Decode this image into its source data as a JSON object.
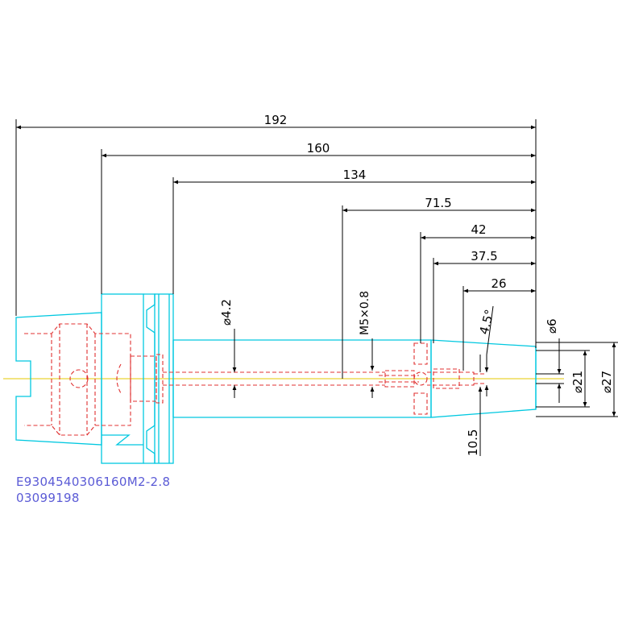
{
  "dimensions": {
    "d192": "192",
    "d160": "160",
    "d134": "134",
    "d71_5": "71.5",
    "d42": "42",
    "d37_5": "37.5",
    "d26": "26",
    "angle": "4.5°",
    "dia4_2": "⌀4.2",
    "thread": "M5×0.8",
    "dia6": "⌀6",
    "dia21": "⌀21",
    "dia27": "⌀27",
    "d10_5": "10.5"
  },
  "caption": {
    "part_number": "E9304540306160M2-2.8",
    "code": "03099198"
  },
  "colors": {
    "outline": "#00c8e0",
    "hidden": "#e03030",
    "centerline": "#e6c800",
    "dimension": "#000000",
    "caption": "#5b5bd6"
  }
}
